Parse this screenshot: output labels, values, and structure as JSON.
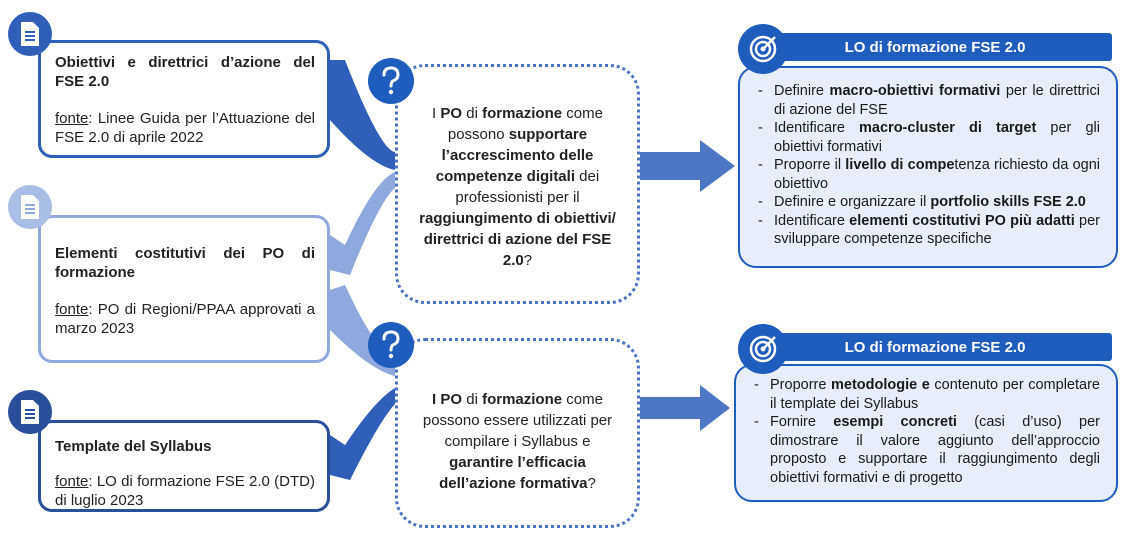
{
  "colors": {
    "accent_dark": "#1e5dbd",
    "accent_mid": "#2f5fb8",
    "accent_light": "#8fa8dd",
    "panel_fill": "#e8eef9"
  },
  "sources": [
    {
      "icon": "document-icon",
      "title": "Obiettivi e direttrici d’azione del FSE 2.0",
      "fonte_label": "fonte",
      "fonte_text": ": Linee Guida per l’Attuazione del FSE 2.0 di aprile 2022"
    },
    {
      "icon": "document-icon",
      "title": "Elementi costitutivi dei PO di formazione",
      "fonte_label": "fonte",
      "fonte_text": ": PO di Regioni/PPAA approvati a marzo 2023"
    },
    {
      "icon": "document-icon",
      "title": "Template del Syllabus",
      "fonte_label": "fonte",
      "fonte_text": ": LO di formazione FSE 2.0 (DTD) di luglio 2023"
    }
  ],
  "questions": [
    {
      "icon": "question-icon",
      "parts": [
        {
          "t": "I ",
          "b": false
        },
        {
          "t": "PO",
          "b": true
        },
        {
          "t": " di ",
          "b": false
        },
        {
          "t": "formazione",
          "b": true
        },
        {
          "t": " come possono ",
          "b": false
        },
        {
          "t": "supportare l’accrescimento delle competenze digitali",
          "b": true
        },
        {
          "t": " dei professionisti per il ",
          "b": false
        },
        {
          "t": "raggiungimento di obiettivi/ direttrici di azione del FSE 2.0",
          "b": true
        },
        {
          "t": "?",
          "b": false
        }
      ]
    },
    {
      "icon": "question-icon",
      "parts": [
        {
          "t": "I PO",
          "b": true
        },
        {
          "t": " di ",
          "b": false
        },
        {
          "t": "formazione",
          "b": true
        },
        {
          "t": " come possono essere utilizzati per compilare i Syllabus e ",
          "b": false
        },
        {
          "t": "garantire l’efficacia dell’azione formativa",
          "b": true
        },
        {
          "t": "?",
          "b": false
        }
      ]
    }
  ],
  "results": [
    {
      "icon": "target-icon",
      "header": "LO di formazione FSE 2.0",
      "items": [
        [
          {
            "t": "Definire ",
            "b": false
          },
          {
            "t": "macro-obiettivi formativi",
            "b": true
          },
          {
            "t": " per le direttrici di azione del FSE",
            "b": false
          }
        ],
        [
          {
            "t": "Identificare ",
            "b": false
          },
          {
            "t": "macro-cluster di target",
            "b": true
          },
          {
            "t": " per gli obiettivi formativi",
            "b": false
          }
        ],
        [
          {
            "t": "Proporre il ",
            "b": false
          },
          {
            "t": "livello di compe",
            "b": true
          },
          {
            "t": "tenza richiesto da ogni obiettivo",
            "b": false
          }
        ],
        [
          {
            "t": "Definire e organizzare il ",
            "b": false
          },
          {
            "t": "portfolio skills FSE 2.0",
            "b": true
          }
        ],
        [
          {
            "t": "Identificare ",
            "b": false
          },
          {
            "t": "elementi costitutivi PO più adatti",
            "b": true
          },
          {
            "t": " per sviluppare competenze specifiche",
            "b": false
          }
        ]
      ]
    },
    {
      "icon": "target-icon",
      "header": "LO di formazione FSE 2.0",
      "items": [
        [
          {
            "t": "Proporre ",
            "b": false
          },
          {
            "t": "metodologie e",
            "b": true
          },
          {
            "t": " contenuto per completare il template dei Syllabus",
            "b": false
          }
        ],
        [
          {
            "t": "Fornire ",
            "b": false
          },
          {
            "t": "esempi concreti",
            "b": true
          },
          {
            "t": " (casi d’uso) per dimostrare il valore aggiunto dell’approccio proposto e supportare il raggiungimento degli obiettivi formativi e di progetto",
            "b": false
          }
        ]
      ]
    }
  ]
}
